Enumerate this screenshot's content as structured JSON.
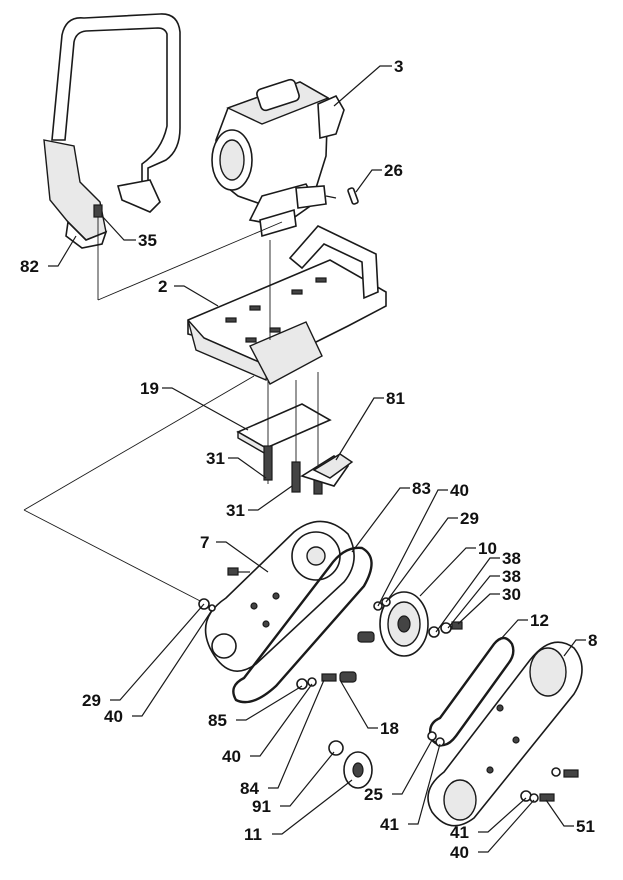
{
  "callouts": {
    "c3": "3",
    "c26": "26",
    "c35": "35",
    "c82": "82",
    "c2": "2",
    "c19": "19",
    "c81": "81",
    "c31a": "31",
    "c31b": "31",
    "c83": "83",
    "c40a": "40",
    "c29a": "29",
    "c7": "7",
    "c10": "10",
    "c38a": "38",
    "c38b": "38",
    "c30": "30",
    "c12": "12",
    "c8": "8",
    "c29b": "29",
    "c40b": "40",
    "c85": "85",
    "c18": "18",
    "c40c": "40",
    "c84": "84",
    "c91": "91",
    "c25": "25",
    "c11": "11",
    "c41a": "41",
    "c41b": "41",
    "c51": "51",
    "c40d": "40"
  }
}
